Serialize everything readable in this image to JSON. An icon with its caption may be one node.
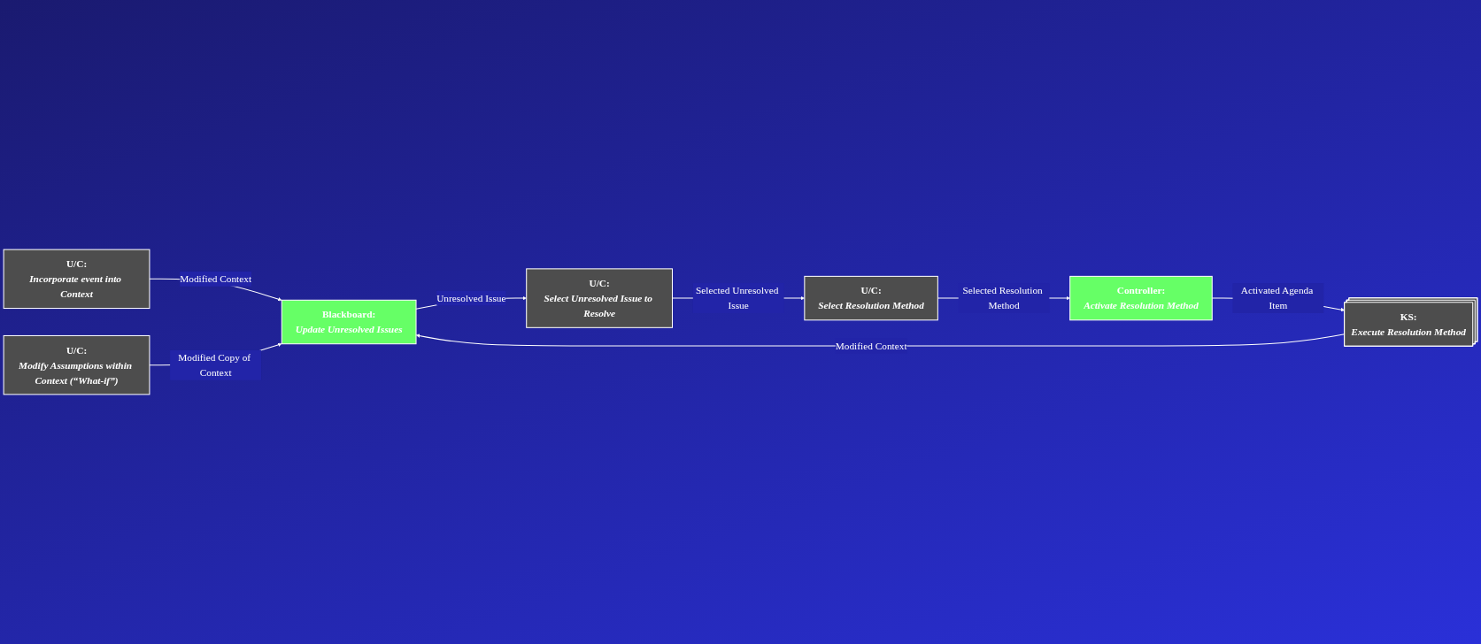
{
  "diagram": {
    "nodes": [
      {
        "text": [
          "U/C:",
          "Incorporate event into Context"
        ]
      },
      {
        "text": [
          "U/C:",
          "Select Unresolved Issue to Resolve"
        ]
      },
      {
        "text": [
          "U/C:",
          "Select Resolution Method"
        ]
      },
      {
        "text": [
          "Blackboard:",
          "Update Unresolved Issues"
        ]
      },
      {
        "text": [
          "U/C:",
          "Modify Assumptions within Context (“What-if”)"
        ]
      },
      {
        "text": [
          "KS:",
          "Execute Resolution Method"
        ]
      },
      {
        "text": [
          "Controller:",
          "Activate Resolution Method"
        ]
      }
    ],
    "edges": [
      {
        "from": 0,
        "to": 3,
        "arrow": "to",
        "label": "Modified Context"
      },
      {
        "from": 4,
        "to": 3,
        "arrow": "to",
        "label": "Modified Copy of Context"
      },
      {
        "from": 3,
        "to": 1,
        "arrow": "to",
        "label": "Unresolved Issue"
      },
      {
        "from": 1,
        "to": 2,
        "arrow": "to",
        "label": "Selected Unresolved Issue"
      },
      {
        "from": 2,
        "to": 6,
        "arrow": "to",
        "label": "Selected Resolution Method"
      },
      {
        "from": 6,
        "to": 5,
        "arrow": "to",
        "label": "Activated Agenda Item"
      },
      {
        "from": 5,
        "to": 3,
        "arrow": "to",
        "label": "Modified Context"
      }
    ]
  }
}
